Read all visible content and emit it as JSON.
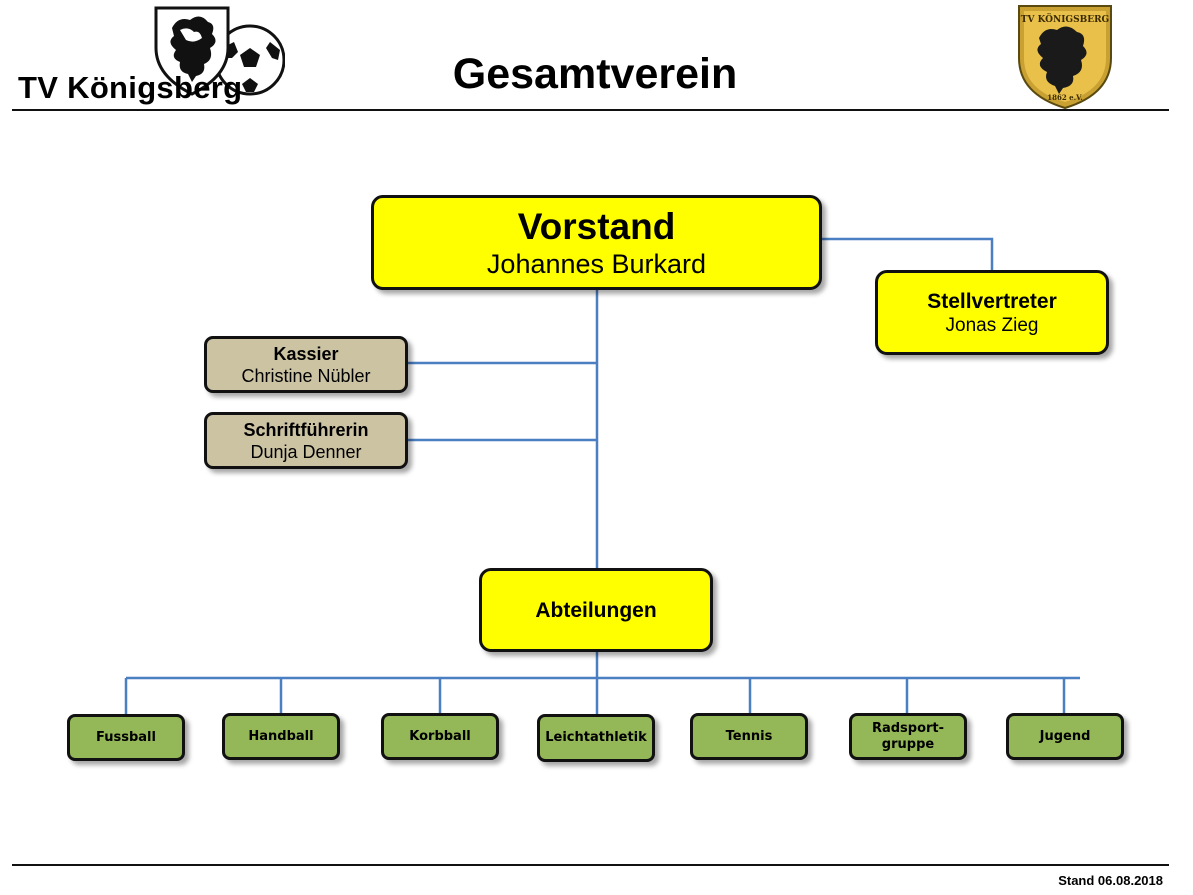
{
  "header": {
    "club_name": "TV Königsberg",
    "title": "Gesamtverein",
    "right_logo_text": {
      "top": "TV KÖNIGSBERG",
      "bottom": "1862 e.V."
    }
  },
  "org": {
    "vorstand": {
      "role": "Vorstand",
      "name": "Johannes Burkard"
    },
    "stellvertreter": {
      "role": "Stellvertreter",
      "name": "Jonas Zieg"
    },
    "kassier": {
      "role": "Kassier",
      "name": "Christine Nübler"
    },
    "schriftfuehrerin": {
      "role": "Schriftführerin",
      "name": "Dunja Denner"
    },
    "abteilungen": {
      "label": "Abteilungen"
    },
    "departments": [
      {
        "label": "Fussball"
      },
      {
        "label": "Handball"
      },
      {
        "label": "Korbball"
      },
      {
        "label": "Leichtathletik"
      },
      {
        "label": "Tennis"
      },
      {
        "label": "Radsport-\ngruppe",
        "line1": "Radsport-",
        "line2": "gruppe"
      },
      {
        "label": "Jugend"
      }
    ]
  },
  "colors": {
    "leadership_box": "#ffff00",
    "staff_box": "#ccc3a3",
    "department_box": "#94b757",
    "connector": "#4a7fc1"
  },
  "footer": {
    "date": "Stand 06.08.2018"
  }
}
